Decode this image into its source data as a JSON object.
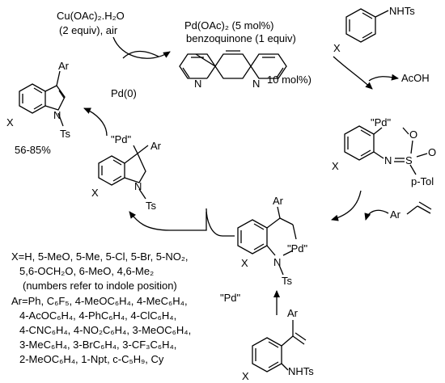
{
  "reagents": {
    "cu_line1": "Cu(OAc)₂.H₂O",
    "cu_line2": "(2 equiv), air",
    "pd_line1": "Pd(OAc)₂ (5 mol%)",
    "pd_line2": "benzoquinone (1 equiv)",
    "ligand_loading": "10 mol%)",
    "pd0": "Pd(0)",
    "acoh": "AcOH",
    "pd_quoted": "\"Pd\""
  },
  "atoms": {
    "n": "N",
    "o": "O",
    "s": "S",
    "x": "X",
    "ar": "Ar",
    "ts": "Ts",
    "nhts": "NHTs",
    "pd": "\"Pd\"",
    "ptol": "p-Tol"
  },
  "yield": "56-85%",
  "scope": {
    "x_lines": [
      "X=H, 5-MeO, 5-Me, 5-Cl, 5-Br, 5-NO₂,",
      "5,6-OCH₂O, 6-MeO, 4,6-Me₂",
      "(numbers refer to indole position)"
    ],
    "ar_lines": [
      "Ar=Ph, C₆F₅, 4-MeOC₆H₄, 4-MeC₆H₄,",
      "4-AcOC₆H₄, 4-PhC₆H₄, 4-ClC₆H₄,",
      "4-CNC₆H₄, 4-NO₂C₆H₄, 3-MeOC₆H₄,",
      "3-MeC₆H₄, 3-BrC₆H₄, 3-CF₃C₆H₄,",
      "2-MeOC₆H₄, 1-Npt, c-C₅H₉, Cy"
    ]
  }
}
